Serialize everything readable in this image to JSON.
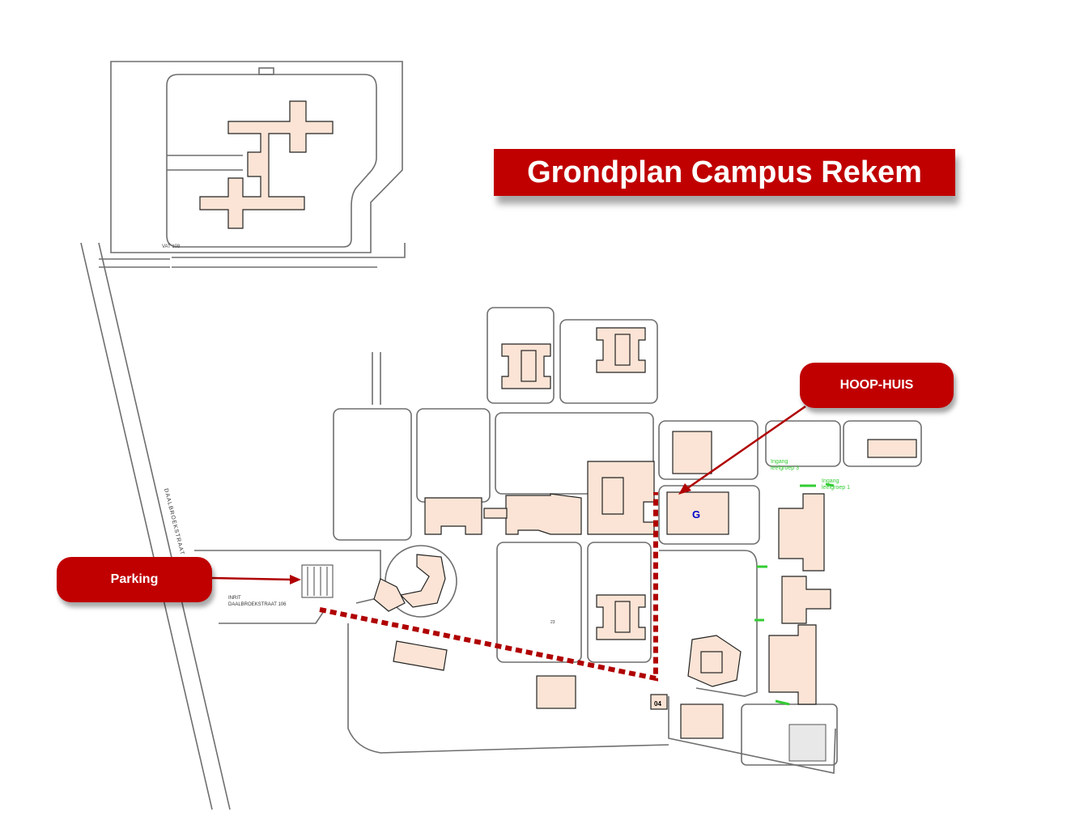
{
  "title": "Grondplan Campus Rekem",
  "callouts": {
    "hoop_huis": "HOOP-HUIS",
    "parking": "Parking"
  },
  "map_labels": {
    "street": "DAALBROEKSTRAAT",
    "entrance_line1": "INRIT",
    "entrance_line2": "DAALBROEKSTRAAT 106",
    "top_road": "VAT 108",
    "building_g": "G",
    "building_04": "04",
    "ingang_1_line1": "Ingang",
    "ingang_1_line2": "leefgroep 3",
    "ingang_2_line1": "Ingang",
    "ingang_2_line2": "leefgroep 1",
    "small_building": "23"
  },
  "colors": {
    "accent": "#c00000",
    "building_fill": "#fbe4d5",
    "route": "#b00000",
    "g_label": "#0000cc",
    "entrance_green": "#33cc33"
  }
}
